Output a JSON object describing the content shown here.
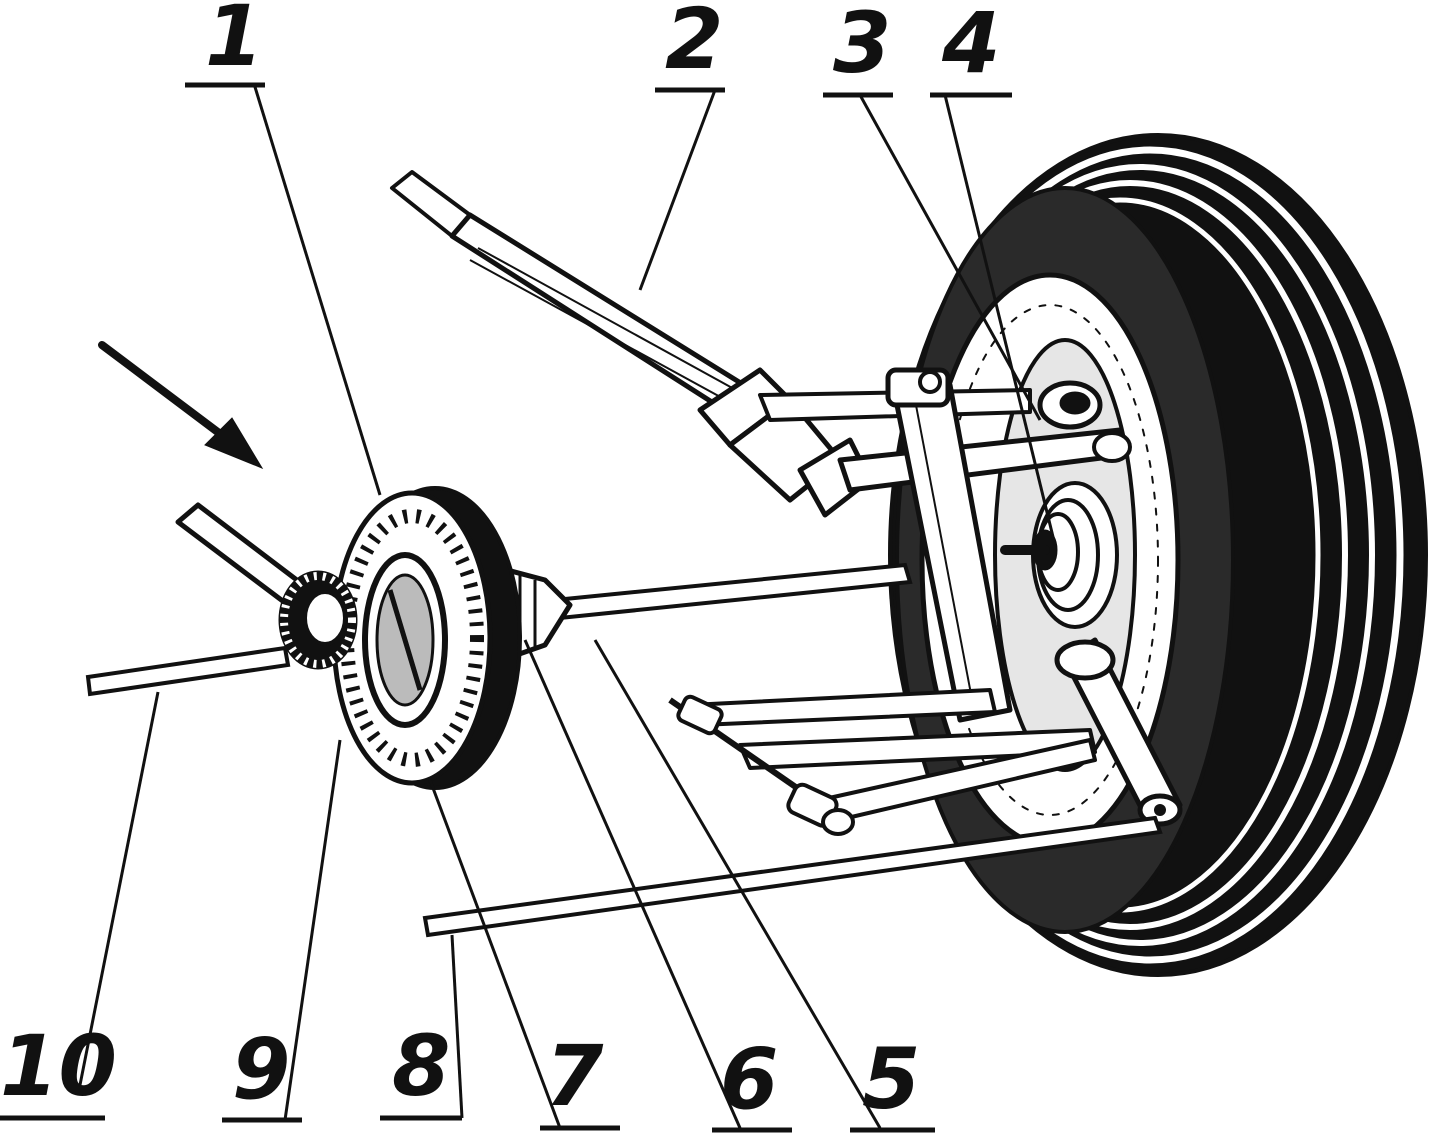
{
  "colors": {
    "ink": "#111111",
    "paper": "#ffffff",
    "shade": "#d9d9d9"
  },
  "callouts": [
    {
      "label": "1"
    },
    {
      "label": "2"
    },
    {
      "label": "3"
    },
    {
      "label": "4"
    },
    {
      "label": "5"
    },
    {
      "label": "6"
    },
    {
      "label": "7"
    },
    {
      "label": "8"
    },
    {
      "label": "9"
    },
    {
      "label": "10"
    }
  ]
}
